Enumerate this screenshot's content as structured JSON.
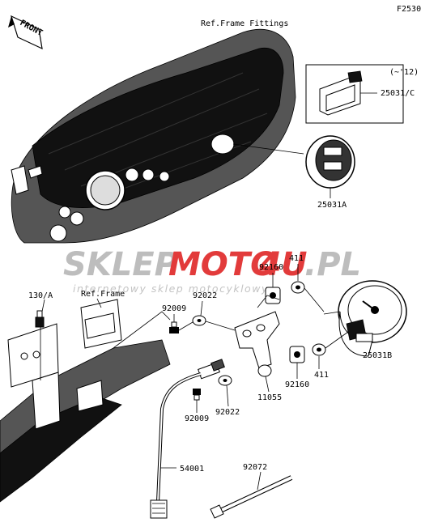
{
  "diagram_code": "F2530",
  "front_label": "FRONT",
  "ref_frame_fittings": "Ref.Frame Fittings",
  "ref_frame": "Ref.Frame",
  "watermark": {
    "sklep": "SKLEP",
    "moto": "MOTO",
    "four": "4",
    "u": "U",
    "pl": ".PL",
    "tagline": "internetowy sklep motocyklowy",
    "colors": {
      "grey": "#bdbdbd",
      "red": "#e23b3b",
      "tagline": "#c4c4c4"
    }
  },
  "labels": {
    "model_note": "(~'12)",
    "p25031c": "25031/C",
    "p25031a": "25031A",
    "p25031b": "25031B",
    "p411_top": "411",
    "p411_bottom": "411",
    "p92160_top": "92160",
    "p92160_bottom": "92160",
    "p92022_top": "92022",
    "p92022_bottom": "92022",
    "p92009_top": "92009",
    "p92009_bottom": "92009",
    "p130a": "130/A",
    "p11055": "11055",
    "p54001": "54001",
    "p92072": "92072"
  }
}
